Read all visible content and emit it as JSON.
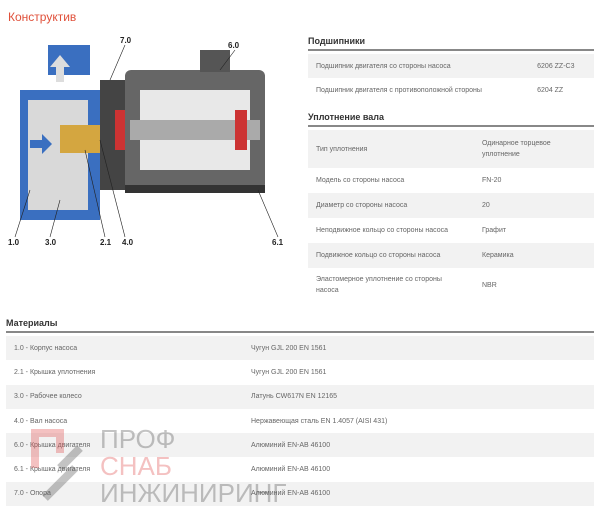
{
  "title": "Конструктив",
  "diagram": {
    "labels": [
      "7.0",
      "6.0",
      "1.0",
      "3.0",
      "2.1",
      "4.0",
      "6.1"
    ]
  },
  "bearings": {
    "heading": "Подшипники",
    "rows": [
      {
        "label": "Подшипник двигателя со стороны насоса",
        "value": "6206 ZZ-C3"
      },
      {
        "label": "Подшипник двигателя с противоположной стороны",
        "value": "6204 ZZ"
      }
    ]
  },
  "seal": {
    "heading": "Уплотнение вала",
    "rows": [
      {
        "label": "Тип уплотнения",
        "value": "Одинарное торцевое уплотнение"
      },
      {
        "label": "Модель со стороны насоса",
        "value": "FN-20"
      },
      {
        "label": "Диаметр со стороны насоса",
        "value": "20"
      },
      {
        "label": "Неподвижное кольцо со стороны насоса",
        "value": "Графит"
      },
      {
        "label": "Подвижное кольцо со стороны насоса",
        "value": "Керамика"
      },
      {
        "label": "Эластомерное уплотнение со стороны насоса",
        "value": "NBR"
      }
    ]
  },
  "materials": {
    "heading": "Материалы",
    "rows": [
      {
        "label": "1.0 - Корпус насоса",
        "value": "Чугун GJL 200 EN 1561"
      },
      {
        "label": "2.1 - Крышка уплотнения",
        "value": "Чугун GJL 200 EN 1561"
      },
      {
        "label": "3.0 - Рабочее колесо",
        "value": "Латунь CW617N EN 12165"
      },
      {
        "label": "4.0 - Вал насоса",
        "value": "Нержавеющая сталь EN 1.4057 (AISI 431)"
      },
      {
        "label": "6.0 - Крышка двигателя",
        "value": "Алюминий EN-AB 46100"
      },
      {
        "label": "6.1 - Крышка двигателя",
        "value": "Алюминий EN-AB 46100"
      },
      {
        "label": "7.0 - Опора",
        "value": "Алюминий EN-AB 46100"
      }
    ]
  },
  "watermark": [
    "ПРОФ",
    "СНАБ",
    "ИНЖИНИРИНГ"
  ]
}
